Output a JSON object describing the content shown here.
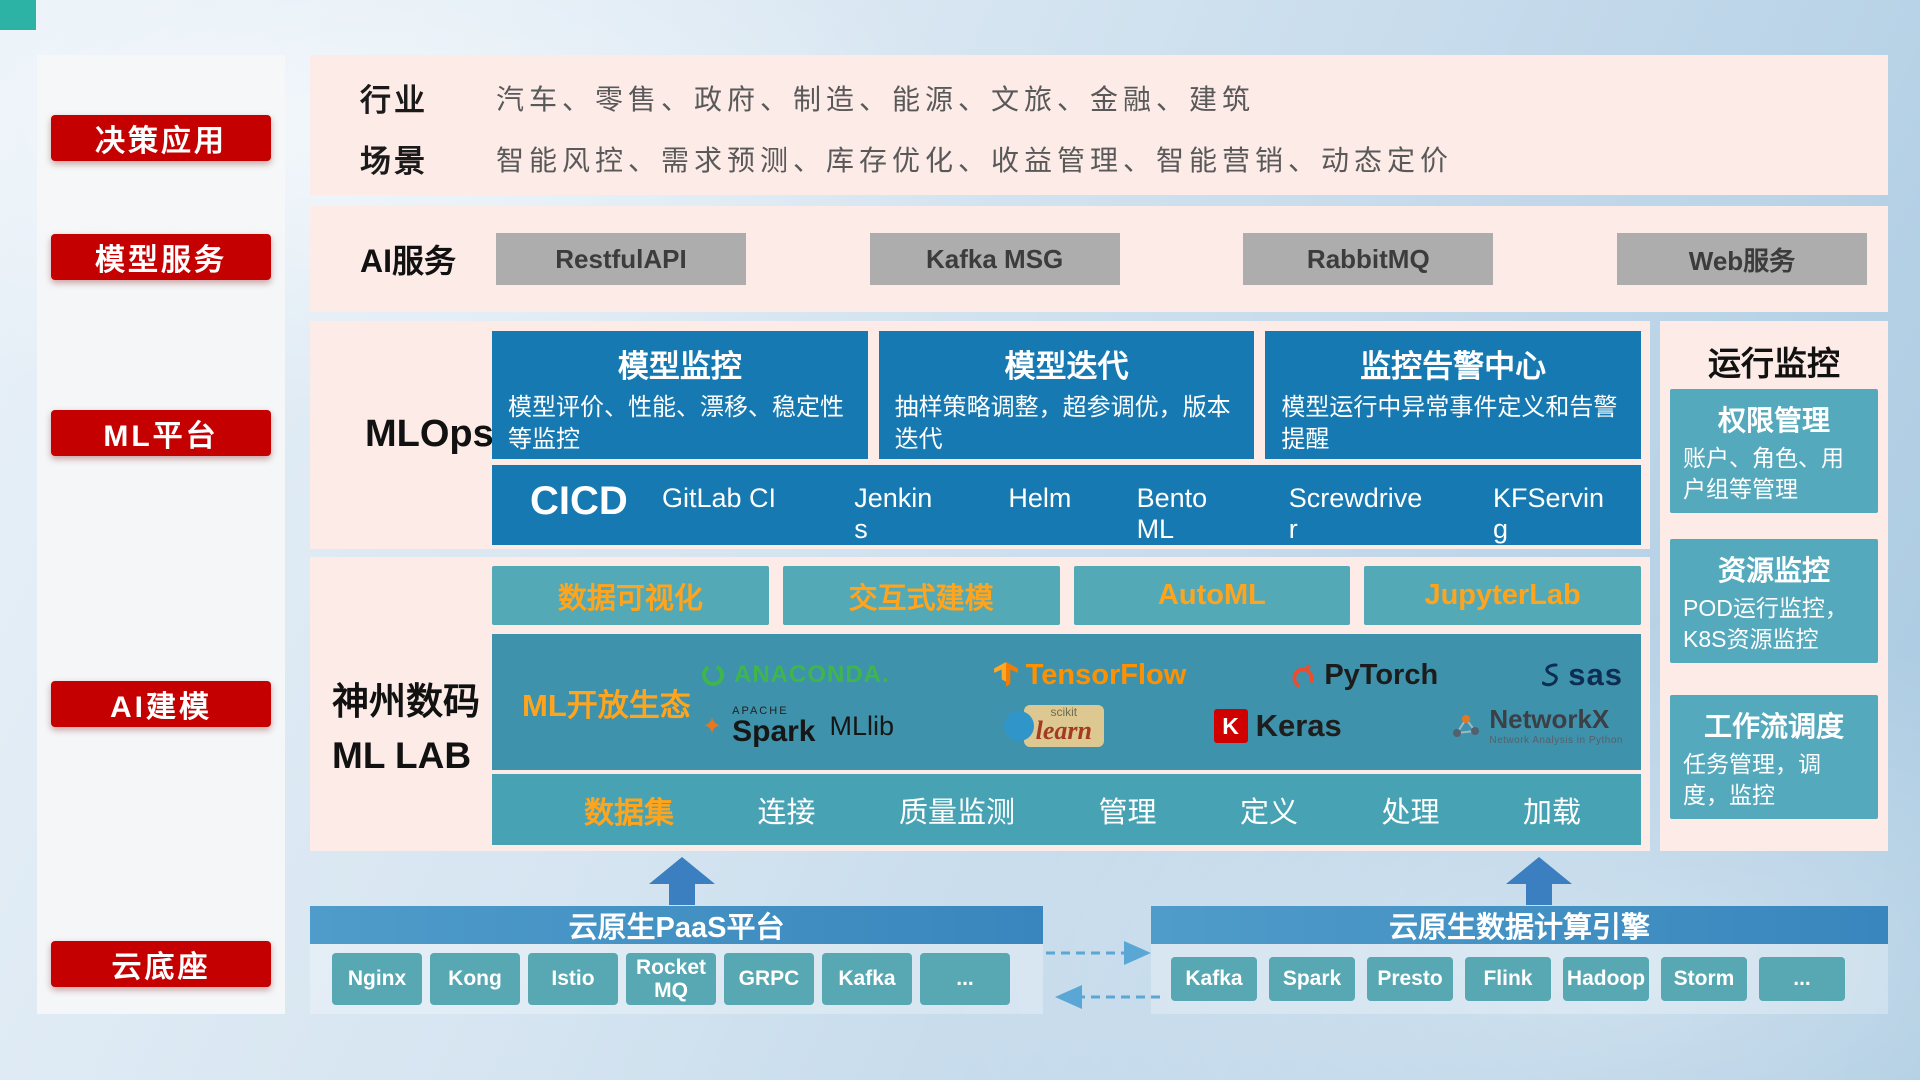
{
  "colors": {
    "accent_red": "#c40000",
    "panel_pink": "#fcebe7",
    "deep_blue": "#1779b1",
    "teal": "#54a9b6",
    "orange_text": "#ffa41d",
    "header_blue": "#3d8ec2",
    "gray_button": "#adadad"
  },
  "sidebar": {
    "items": [
      "决策应用",
      "模型服务",
      "ML平台",
      "AI建模",
      "云底座"
    ]
  },
  "apps": {
    "industry_label": "行业",
    "industry": "汽车、零售、政府、制造、能源、文旅、金融、建筑",
    "scene_label": "场景",
    "scene": "智能风控、需求预测、库存优化、收益管理、智能营销、动态定价"
  },
  "service": {
    "label": "AI服务",
    "items": [
      "RestfulAPI",
      "Kafka MSG",
      "RabbitMQ",
      "Web服务"
    ]
  },
  "mlops": {
    "label": "MLOps",
    "cards": [
      {
        "title": "模型监控",
        "desc": "模型评价、性能、漂移、稳定性等监控"
      },
      {
        "title": "模型迭代",
        "desc": "抽样策略调整，超参调优，版本迭代"
      },
      {
        "title": "监控告警中心",
        "desc": "模型运行中异常事件定义和告警提醒"
      }
    ],
    "cicd_label": "CICD",
    "cicd_tools": [
      "GitLab CI",
      "Jenkins",
      "Helm",
      "BentoML",
      "Screwdriver",
      "KFServing"
    ]
  },
  "monitor": {
    "title": "运行监控",
    "cards": [
      {
        "title": "权限管理",
        "desc": "账户、角色、用户组等管理"
      },
      {
        "title": "资源监控",
        "desc": "POD运行监控，K8S资源监控"
      },
      {
        "title": "工作流调度",
        "desc": "任务管理，调度，监控"
      }
    ]
  },
  "lab": {
    "title1": "神州数码",
    "title2": "ML LAB",
    "tools": [
      "数据可视化",
      "交互式建模",
      "AutoML",
      "JupyterLab"
    ],
    "eco_label": "ML开放生态",
    "logos": {
      "anaconda": "ANACONDA.",
      "tensorflow": "TensorFlow",
      "pytorch": "PyTorch",
      "sas": "sas",
      "apache": "APACHE",
      "spark": "Spark",
      "mllib": "MLlib",
      "scikit_top": "scikit",
      "scikit_main": "learn",
      "keras_k": "K",
      "keras": "Keras",
      "networkx": "NetworkX",
      "networkx_sub": "Network Analysis in Python"
    },
    "dataset_label": "数据集",
    "dataset_items": [
      "连接",
      "质量监测",
      "管理",
      "定义",
      "处理",
      "加载"
    ]
  },
  "cloud": {
    "paas_title": "云原生PaaS平台",
    "paas_items": [
      "Nginx",
      "Kong",
      "Istio",
      "RocketMQ",
      "GRPC",
      "Kafka",
      "..."
    ],
    "engine_title": "云原生数据计算引擎",
    "engine_items": [
      "Kafka",
      "Spark",
      "Presto",
      "Flink",
      "Hadoop",
      "Storm",
      "..."
    ]
  }
}
